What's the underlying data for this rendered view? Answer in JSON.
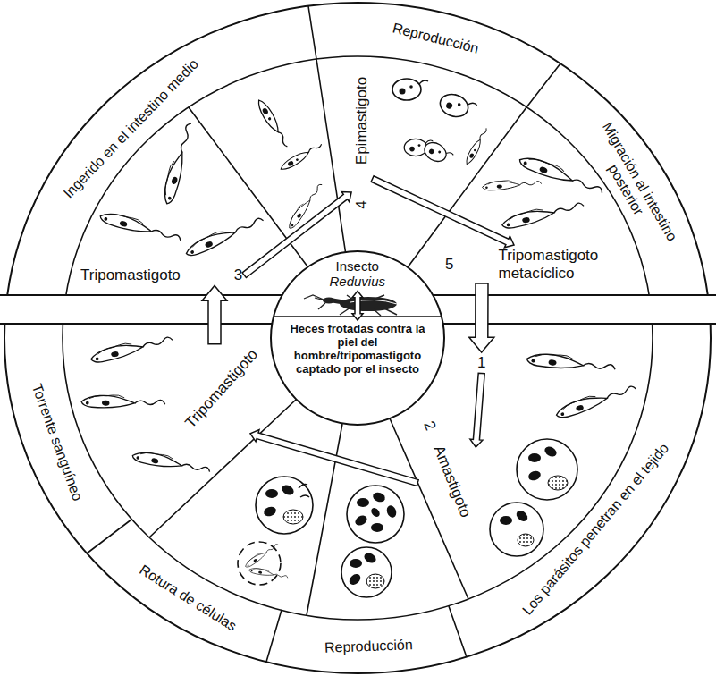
{
  "diagram": {
    "nodes": [
      {
        "text": [
          "Insecto",
          "Reduvius"
        ]
      },
      {
        "text": [
          "Heces frotadas contra la piel del hombre/tripomastigoto captado por el insecto"
        ]
      },
      {
        "text": [
          "Tripomastigoto",
          "3"
        ]
      },
      {
        "text": [
          "Epimastigoto",
          "4"
        ]
      },
      {
        "text": [
          "Tripomastigoto metacíclico",
          "5"
        ]
      },
      {
        "text": [
          "1"
        ]
      },
      {
        "text": [
          "Amastigoto",
          "2"
        ]
      },
      {
        "text": [
          "Tripomastigoto"
        ]
      }
    ],
    "edges": [
      {
        "from": 2,
        "to": 3,
        "arrow": "to"
      },
      {
        "from": 3,
        "to": 4,
        "arrow": "to"
      },
      {
        "from": 4,
        "to": 5,
        "arrow": "to"
      },
      {
        "from": 5,
        "to": 6,
        "arrow": "to"
      },
      {
        "from": 6,
        "to": 7,
        "arrow": "to"
      },
      {
        "from": 7,
        "to": 2,
        "arrow": "to"
      },
      {
        "from": 0,
        "to": 1,
        "arrow": "both"
      }
    ],
    "labels": [
      "Ingerido en el intestino medio",
      "Reproducción",
      "Migración al intestino posterior",
      "Torrente sanguíneo",
      "Rotura de células",
      "Reproducción",
      "Los parásitos penetran en el tejido"
    ]
  }
}
